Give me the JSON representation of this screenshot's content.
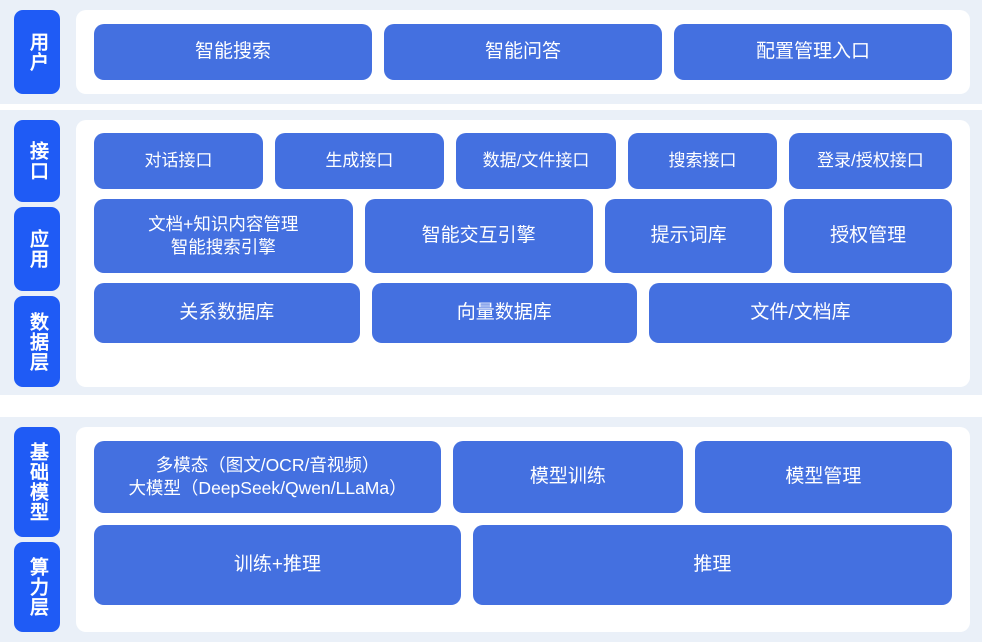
{
  "diagram": {
    "colors": {
      "tab_blue": "#1f5bf5",
      "box_blue": "#4470e0",
      "band_background": "#eaf0f8",
      "panel_background": "#ffffff",
      "text_on_blue": "#ffffff"
    },
    "sections": [
      {
        "id": "user",
        "tabs": [
          {
            "label": "用户",
            "name": "tab-user"
          }
        ],
        "rows": [
          {
            "id": "user-entry",
            "boxes": [
              {
                "label": "智能搜索"
              },
              {
                "label": "智能问答"
              },
              {
                "label": "配置管理入口"
              }
            ]
          }
        ]
      },
      {
        "id": "platform",
        "tabs": [
          {
            "label": "接口",
            "name": "tab-interface"
          },
          {
            "label": "应用",
            "name": "tab-app"
          },
          {
            "label": "数据层",
            "name": "tab-data"
          }
        ],
        "rows": [
          {
            "id": "interface",
            "boxes": [
              {
                "label": "对话接口"
              },
              {
                "label": "生成接口"
              },
              {
                "label": "数据/文件接口"
              },
              {
                "label": "搜索接口"
              },
              {
                "label": "登录/授权接口"
              }
            ]
          },
          {
            "id": "application",
            "boxes": [
              {
                "label": "文档+知识内容管理\n智能搜索引擎"
              },
              {
                "label": "智能交互引擎"
              },
              {
                "label": "提示词库"
              },
              {
                "label": "授权管理"
              }
            ]
          },
          {
            "id": "data",
            "boxes": [
              {
                "label": "关系数据库"
              },
              {
                "label": "向量数据库"
              },
              {
                "label": "文件/文档库"
              }
            ]
          }
        ]
      },
      {
        "id": "infrastructure",
        "tabs": [
          {
            "label": "基础模型",
            "name": "tab-model"
          },
          {
            "label": "算力层",
            "name": "tab-compute"
          }
        ],
        "rows": [
          {
            "id": "model",
            "boxes": [
              {
                "label": "多模态（图文/OCR/音视频）\n大模型（DeepSeek/Qwen/LLaMa）"
              },
              {
                "label": "模型训练"
              },
              {
                "label": "模型管理"
              }
            ]
          },
          {
            "id": "compute",
            "boxes": [
              {
                "label": "训练+推理"
              },
              {
                "label": "推理"
              }
            ]
          }
        ]
      }
    ]
  }
}
